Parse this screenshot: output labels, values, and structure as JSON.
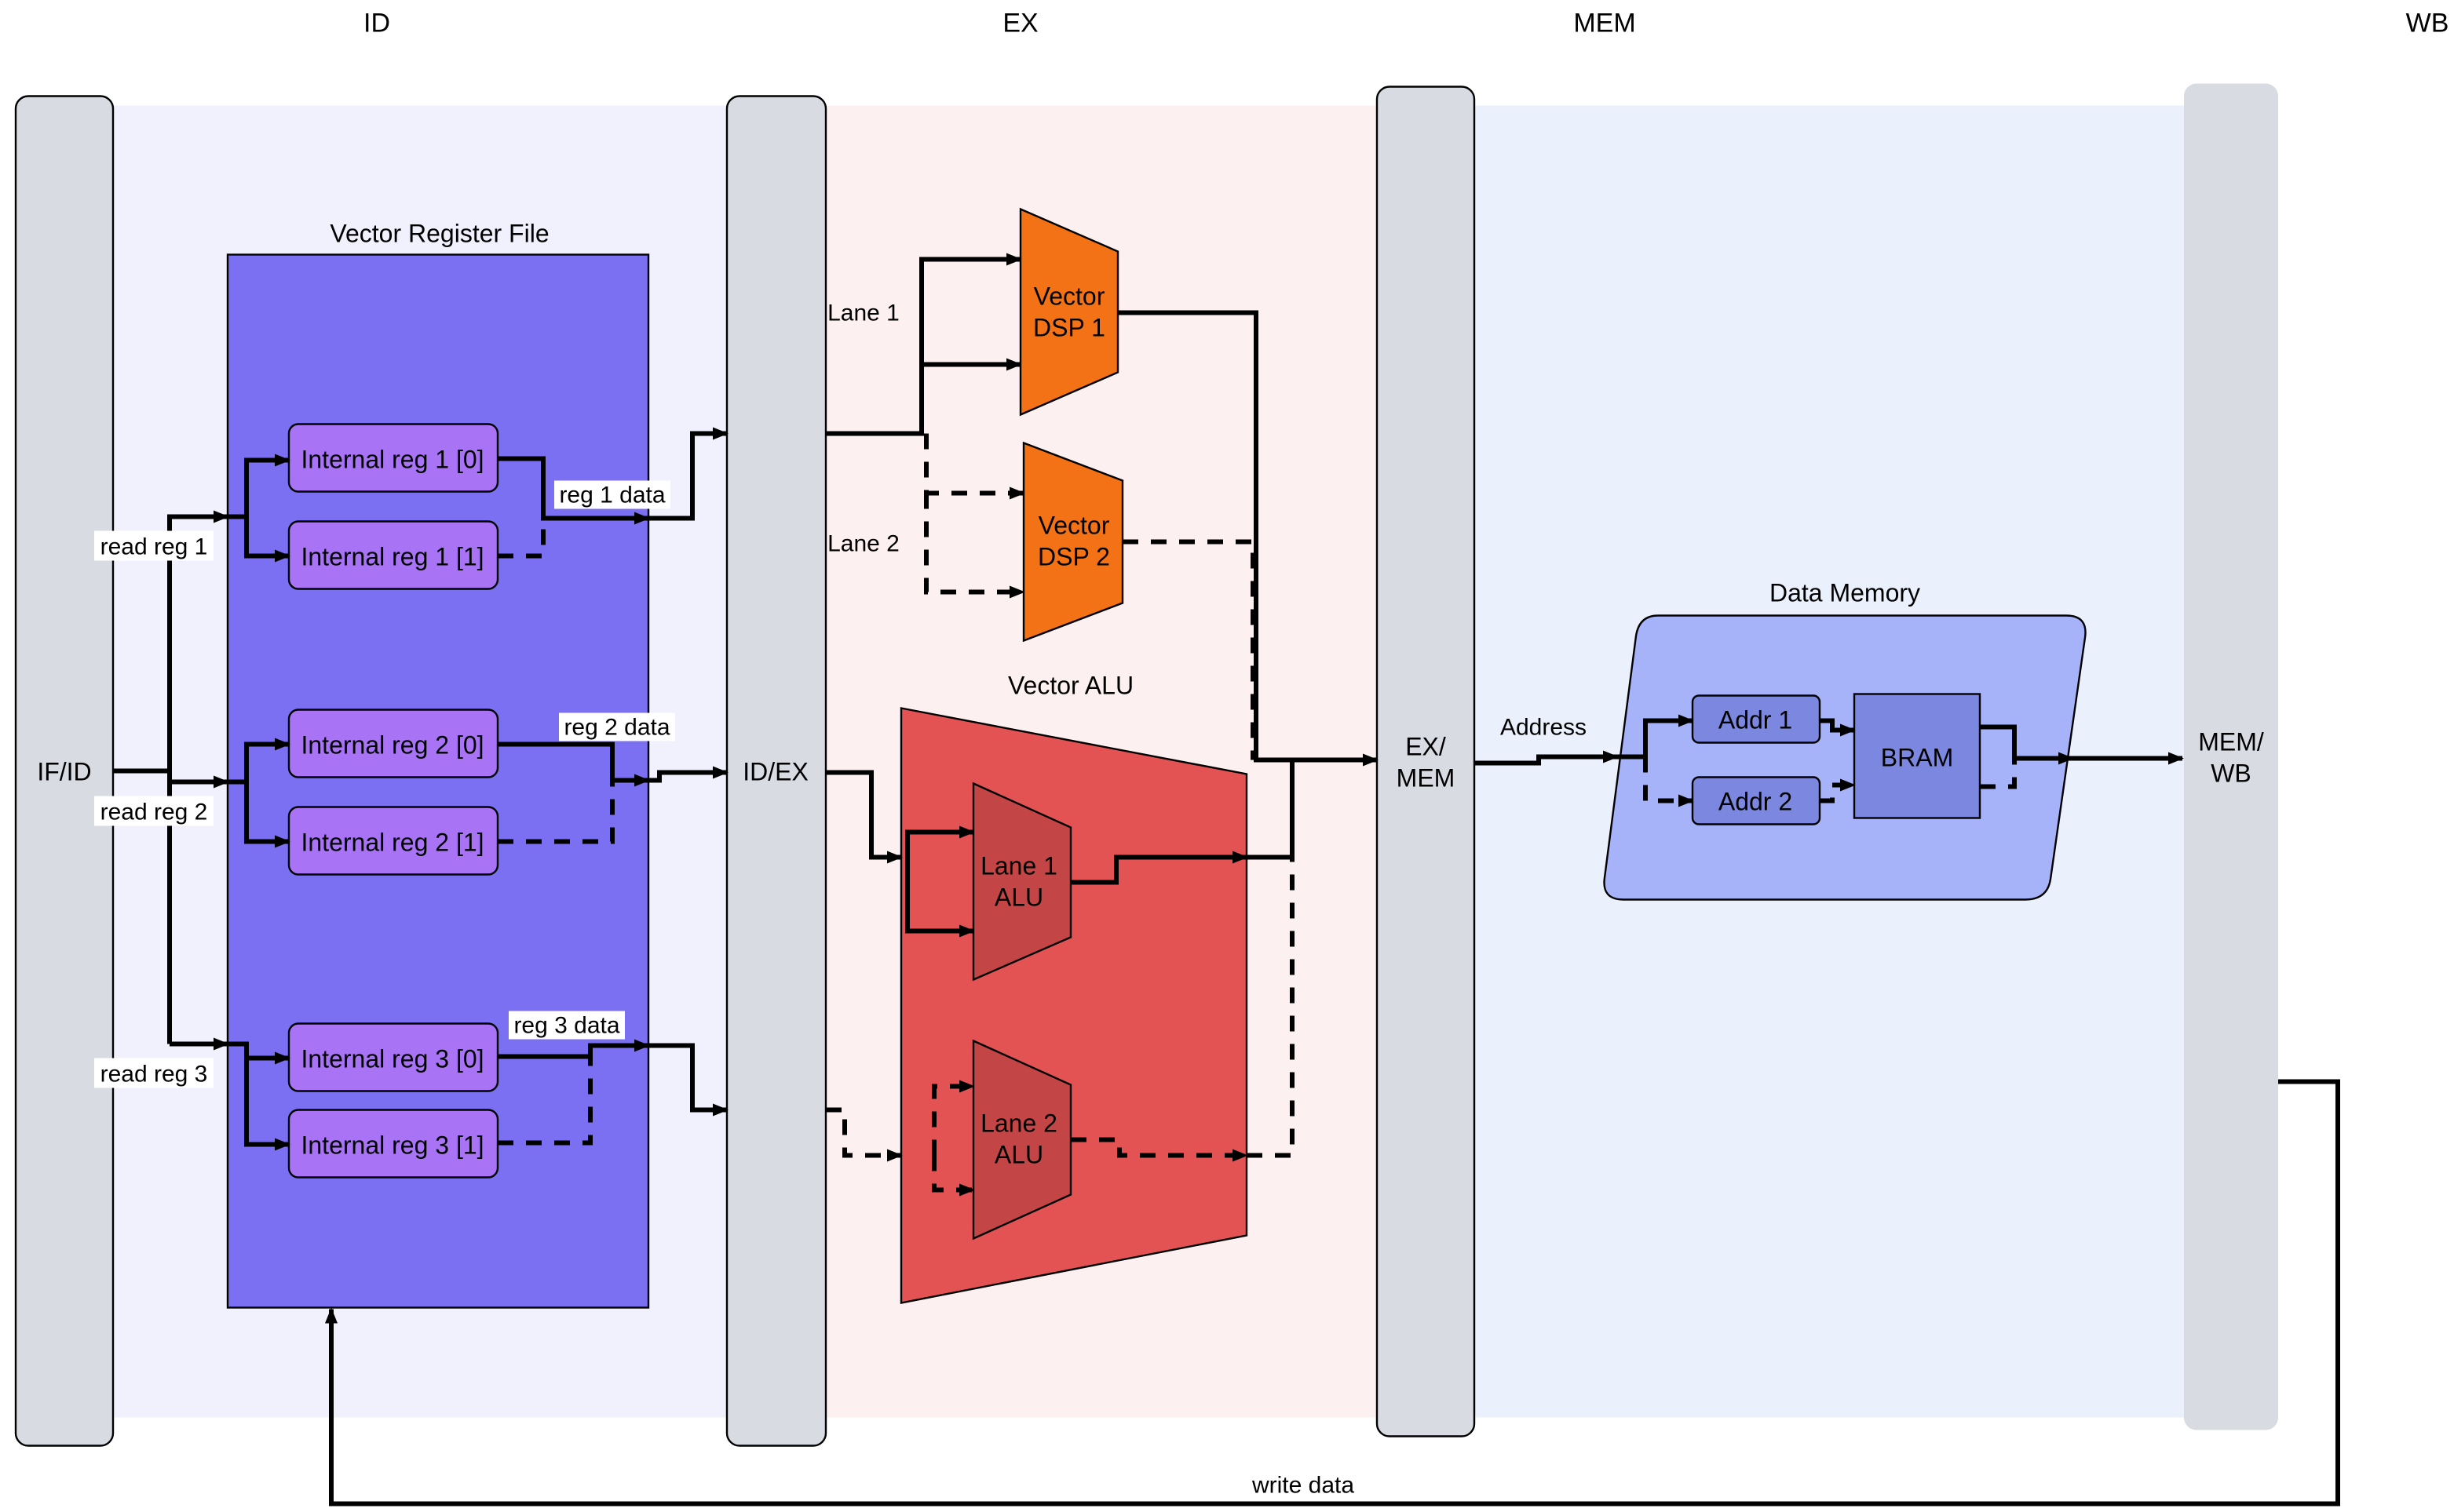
{
  "stages": [
    "ID",
    "EX",
    "MEM",
    "WB"
  ],
  "pipeline_registers": {
    "if_id": "IF/ID",
    "id_ex": "ID/EX",
    "ex_mem_line1": "EX/",
    "ex_mem_line2": "MEM",
    "mem_wb_line1": "MEM/",
    "mem_wb_line2": "WB"
  },
  "register_file": {
    "title": "Vector Register File",
    "regs": [
      "Internal reg 1 [0]",
      "Internal reg 1 [1]",
      "Internal reg 2 [0]",
      "Internal reg 2 [1]",
      "Internal reg 3 [0]",
      "Internal reg 3 [1]"
    ],
    "read_labels": [
      "read reg 1",
      "read reg 2",
      "read reg 3"
    ],
    "data_labels": [
      "reg 1 data",
      "reg 2 data",
      "reg 3 data"
    ]
  },
  "dsp": {
    "lane_labels": [
      "Lane 1",
      "Lane 2"
    ],
    "dsp1_line1": "Vector",
    "dsp1_line2": "DSP 1",
    "dsp2_line1": "Vector",
    "dsp2_line2": "DSP 2"
  },
  "alu": {
    "title": "Vector ALU",
    "lane1_line1": "Lane 1",
    "lane1_line2": "ALU",
    "lane2_line1": "Lane 2",
    "lane2_line2": "ALU"
  },
  "memory": {
    "title": "Data Memory",
    "address_label": "Address",
    "addr1": "Addr 1",
    "addr2": "Addr 2",
    "bram": "BRAM"
  },
  "write_data_label": "write data",
  "colors": {
    "id_bg": "#f1f0fd",
    "ex_bg": "#fdf0f0",
    "mem_bg": "#eaf1fd",
    "pipe_reg": "#d8dbe2",
    "regfile": "#7b6ff2",
    "internal_reg": "#a874f5",
    "dsp": "#f47216",
    "alu": "#e35353",
    "alu_lane": "#c44546",
    "memory": "#a6b3f8",
    "addr": "#7c87e0"
  }
}
